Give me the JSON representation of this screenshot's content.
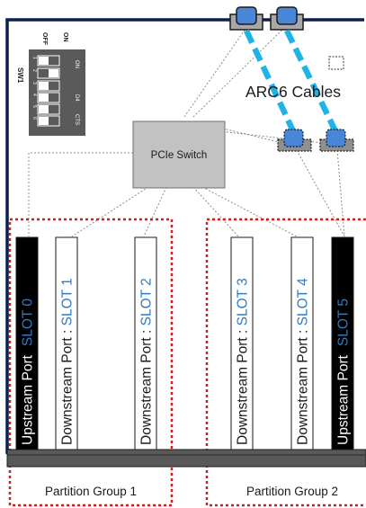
{
  "sw1": {
    "label": "SW1",
    "off_label": "OFF",
    "on_label": "ON",
    "row_markers": [
      "1",
      "2",
      "3",
      "4",
      "5",
      "6"
    ],
    "side_labels": [
      "ON",
      "D4",
      "CTS"
    ],
    "switch_states": [
      "off",
      "on",
      "off",
      "off",
      "off",
      "off"
    ]
  },
  "cables": {
    "label": "ARC6 Cables",
    "color": "#1fb3e6",
    "connector_color": "#4a86d8"
  },
  "pcie_switch": {
    "label": "PCIe Switch"
  },
  "slots": [
    {
      "port": "Upstream Port",
      "sep": "",
      "slot": "SLOT 0",
      "style": "black"
    },
    {
      "port": "Downstream Port",
      "sep": " : ",
      "slot": "SLOT 1",
      "style": "white"
    },
    {
      "port": "Downstream Port",
      "sep": " : ",
      "slot": "SLOT 2",
      "style": "white"
    },
    {
      "port": "Downstream Port",
      "sep": " : ",
      "slot": "SLOT 3",
      "style": "white"
    },
    {
      "port": "Downstream Port",
      "sep": " : ",
      "slot": "SLOT 4",
      "style": "white"
    },
    {
      "port": "Upstream Port",
      "sep": "",
      "slot": "SLOT 5",
      "style": "black"
    }
  ],
  "partition_groups": [
    {
      "label": "Partition Group 1"
    },
    {
      "label": "Partition Group 2"
    }
  ],
  "colors": {
    "board_border": "#0d1f4d",
    "partition_border": "#d21e1e",
    "slot_label": "#2e7bc4",
    "dip_body": "#5a5a5a"
  }
}
